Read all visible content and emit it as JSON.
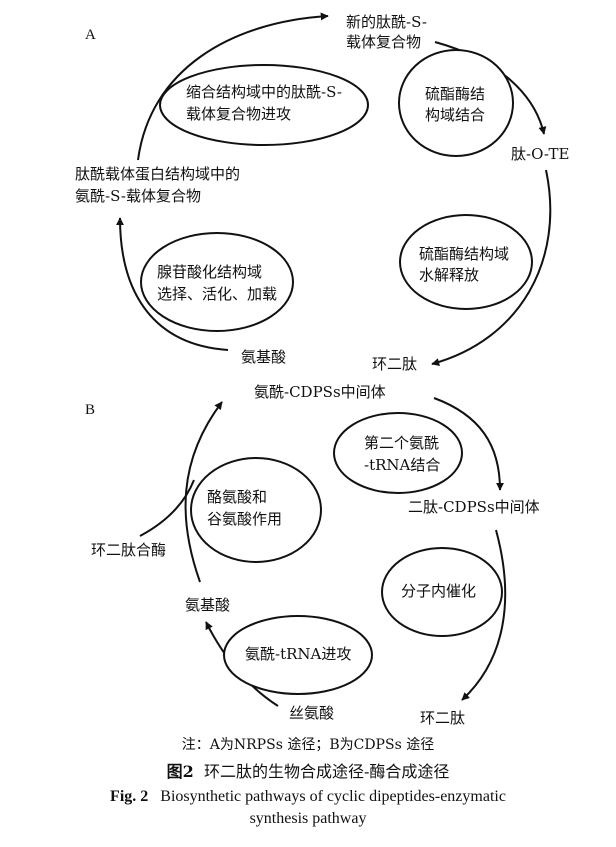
{
  "panels": {
    "a": "A",
    "b": "B"
  },
  "cycle_a": {
    "nodes": {
      "new_complex_l1": "新的肽酰-S-",
      "new_complex_l2": "载体复合物",
      "peptide_ote": "肽-O-TE",
      "cyclic_dipeptide": "环二肽",
      "amino_acid": "氨基酸",
      "aminoacyl_complex_l1": "肽酰载体蛋白结构域中的",
      "aminoacyl_complex_l2": "氨酰-S-载体复合物"
    },
    "steps": {
      "condensation_l1": "缩合结构域中的肽酰-S-",
      "condensation_l2": "载体复合物进攻",
      "thioesterase_bind_l1": "硫酯酶结",
      "thioesterase_bind_l2": "构域结合",
      "thioesterase_hydrolysis_l1": "硫酯酶结构域",
      "thioesterase_hydrolysis_l2": "水解释放",
      "adenylation_l1": "腺苷酸化结构域",
      "adenylation_l2": "选择、活化、加载"
    }
  },
  "cycle_b": {
    "nodes": {
      "aminoacyl_cdps": "氨酰-CDPSs中间体",
      "dipeptidyl_cdps": "二肽-CDPSs中间体",
      "cyclic_dipeptide": "环二肽",
      "serine": "丝氨酸",
      "amino_acid": "氨基酸",
      "synthase": "环二肽合酶"
    },
    "steps": {
      "second_trna_l1": "第二个氨酰",
      "second_trna_l2": "-tRNA结合",
      "tyr_glu_l1": "酪氨酸和",
      "tyr_glu_l2": "谷氨酸作用",
      "intramolecular": "分子内催化",
      "trna_attack": "氨酰-tRNA进攻"
    }
  },
  "note": "注：A为NRPSs 途径；B为CDPSs 途径",
  "caption": {
    "cn_fig": "图2",
    "cn_text": "环二肽的生物合成途径-酶合成途径",
    "en_fig": "Fig. 2",
    "en_text_l1": "Biosynthetic pathways of cyclic dipeptides-enzymatic",
    "en_text_l2": "synthesis pathway"
  }
}
